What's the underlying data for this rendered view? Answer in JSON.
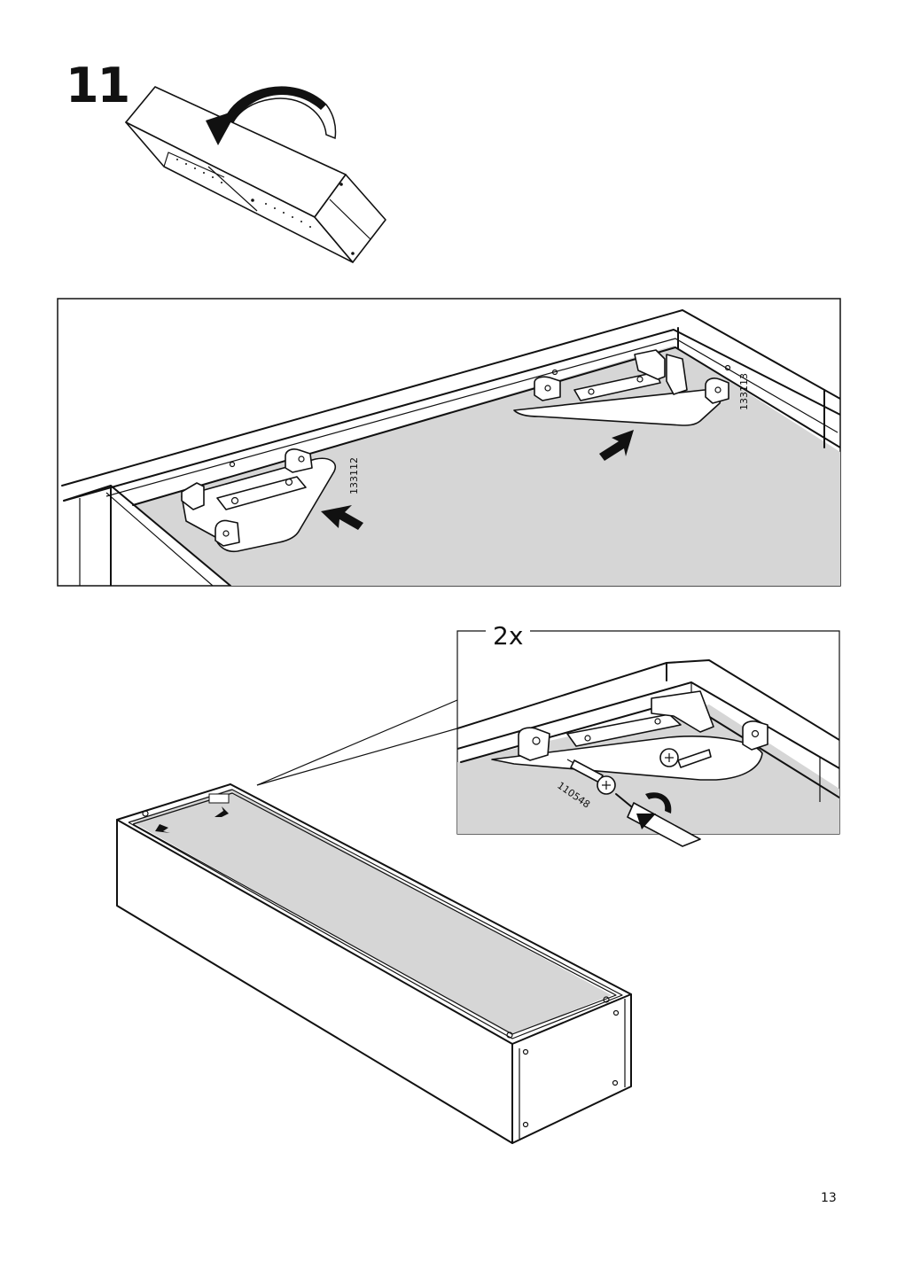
{
  "step": {
    "number": "11"
  },
  "detail_top": {
    "part_left": "133112",
    "part_right": "133113"
  },
  "detail_bottom": {
    "quantity": "2x",
    "screw_part": "110548"
  },
  "page": {
    "number": "13"
  }
}
